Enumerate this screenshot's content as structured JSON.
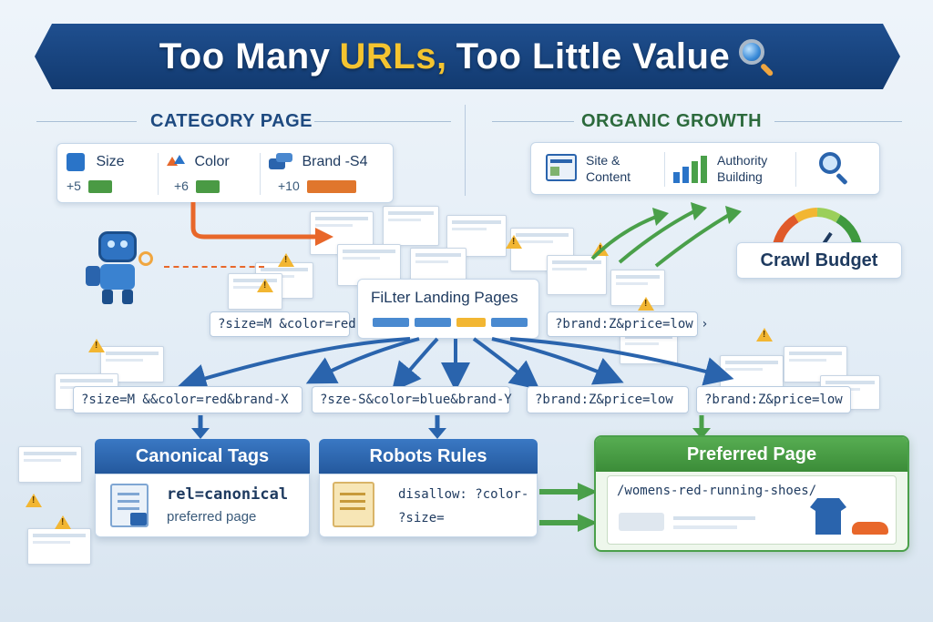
{
  "title": {
    "part1": "Too Many",
    "highlight": "URLs,",
    "part2": "Too Little Value"
  },
  "left_section": {
    "heading": "CATEGORY PAGE",
    "filters": [
      {
        "label": "Size",
        "count": "+5"
      },
      {
        "label": "Color",
        "count": "+6"
      },
      {
        "label": "Brand -S4",
        "count": "+10"
      }
    ]
  },
  "right_section": {
    "heading": "ORGANIC GROWTH",
    "items": [
      {
        "label": "Site &\nContent"
      },
      {
        "label": "Authority\nBuilding"
      }
    ],
    "crawl_budget": "Crawl Budget"
  },
  "filter_landing": {
    "title": "FiLter Landing Pages"
  },
  "urls_top": [
    "?size=M &color=red",
    "?brand:Z&price=low ›"
  ],
  "urls_row": [
    "?size=M &&color=red&brand-X",
    "?sze-S&color=blue&brand-Y",
    "?brand:Z&price=low",
    "?brand:Z&price=low"
  ],
  "canonical_panel": {
    "header": "Canonical Tags",
    "line1": "rel=canonical",
    "line2": "preferred page"
  },
  "robots_panel": {
    "header": "Robots Rules",
    "line1": "disallow: ?color-",
    "line2": "?size="
  },
  "preferred_panel": {
    "header": "Preferred Page",
    "url": "/womens-red-running-shoes/"
  },
  "colors": {
    "banner": "#123a70",
    "accent_yellow": "#f4c430",
    "blue_header": "#2a64ad",
    "green_header": "#3f9a3f",
    "orange_arrow": "#e8672a",
    "green_arrow": "#4aa04a"
  }
}
